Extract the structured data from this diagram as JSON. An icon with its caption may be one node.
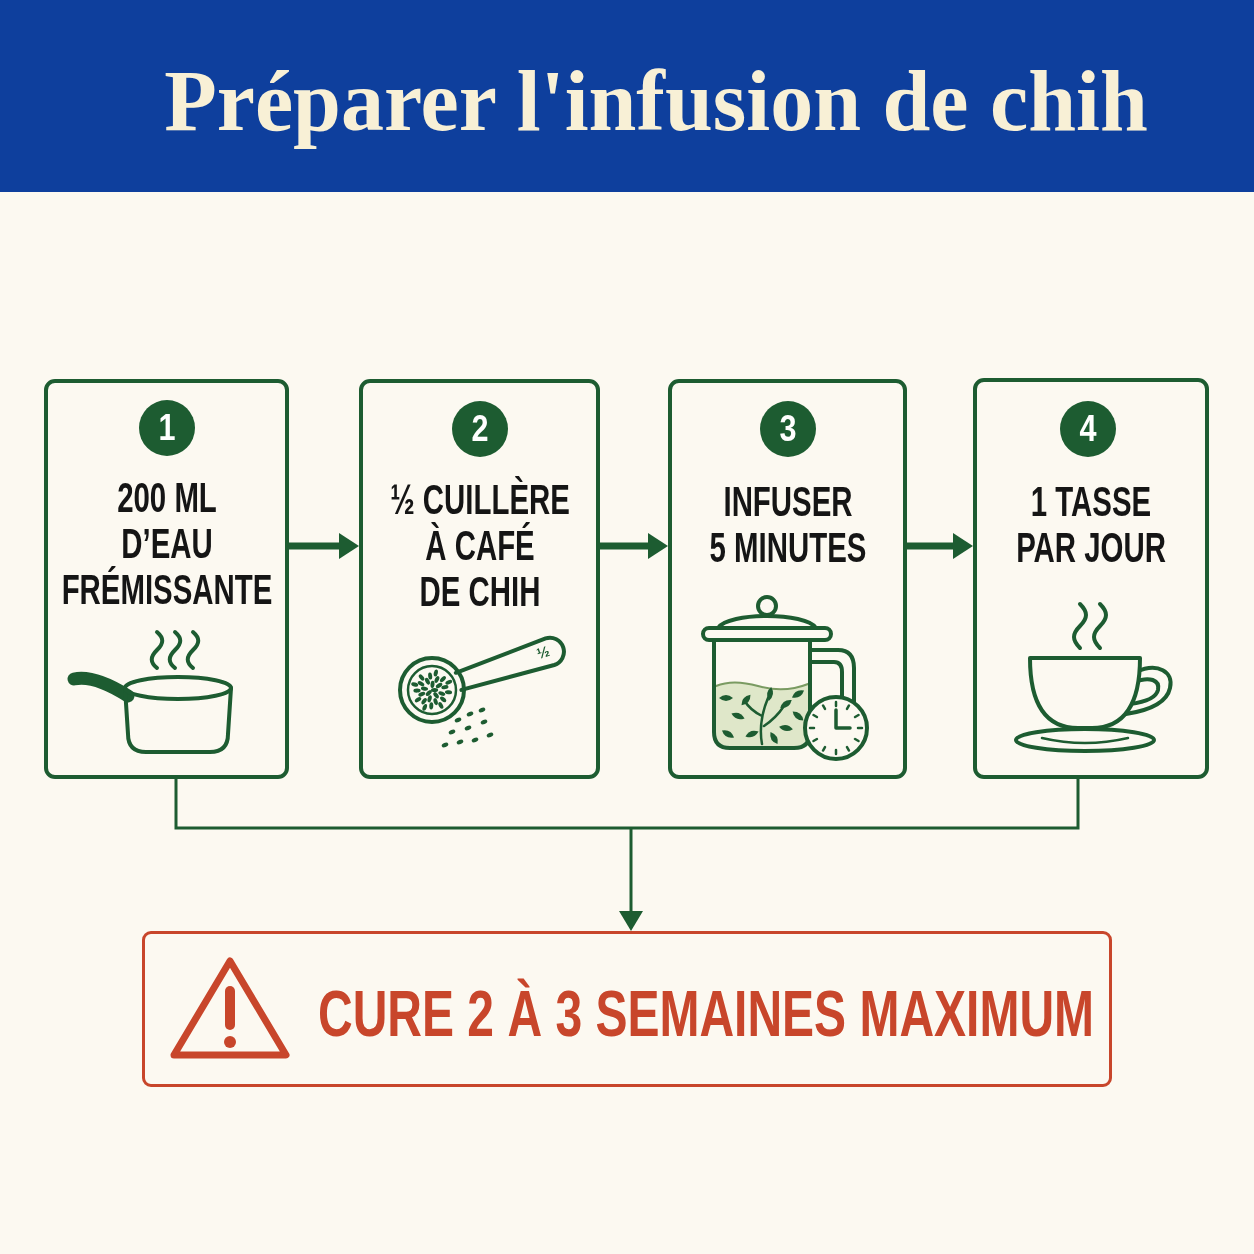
{
  "diagram": {
    "title": "Préparer l'infusion de chih",
    "nodes": [
      {
        "text": [
          "200 ML D’EAU FRÉMISSANTE"
        ]
      },
      {
        "text": [
          "1"
        ],
        "in": 0
      },
      {
        "text": [
          "½ CUILLÈRE À CAFÉ DE CHIH"
        ]
      },
      {
        "text": [
          "2"
        ],
        "in": 2
      },
      {
        "text": [
          "INFUSER 5 MINUTES"
        ]
      },
      {
        "text": [
          "3"
        ],
        "in": 4
      },
      {
        "text": [
          "1 TASSE PAR JOUR"
        ]
      },
      {
        "text": [
          "4"
        ],
        "in": 6
      },
      {
        "text": [
          "CURE 2 À 3 SEMAINES MAXIMUM"
        ]
      }
    ],
    "edges": [
      {
        "from": 0,
        "to": 2,
        "arrow": "to"
      },
      {
        "from": 2,
        "to": 4,
        "arrow": "to"
      },
      {
        "from": 4,
        "to": 6,
        "arrow": "to"
      },
      {
        "from": 0,
        "to": 8,
        "arrow": "to"
      },
      {
        "from": 6,
        "to": 8,
        "arrow": "to"
      }
    ],
    "labels": [
      "½"
    ]
  }
}
